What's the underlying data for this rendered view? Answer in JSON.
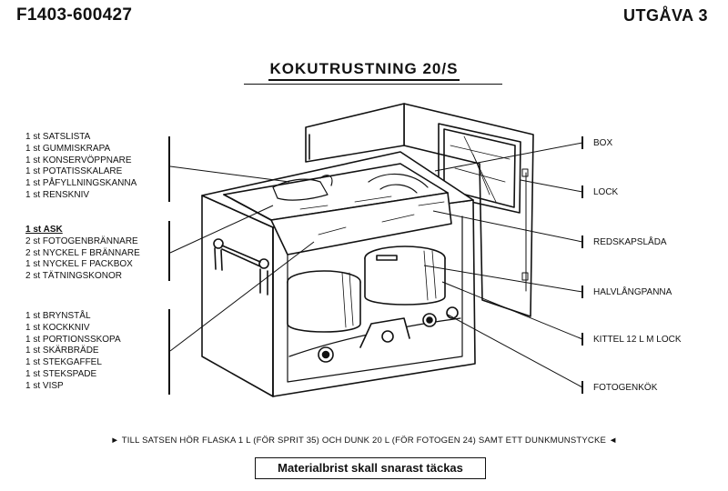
{
  "header": {
    "doc_id": "F1403-600427",
    "edition": "UTGÅVA 3",
    "title": "KOKUTRUSTNING 20/S"
  },
  "groups": [
    {
      "items": [
        "1 st SATSLISTA",
        "1 st GUMMISKRAPA",
        "1 st KONSERVÖPPNARE",
        "1 st POTATISSKALARE",
        "1 st PÅFYLLNINGSKANNA",
        "1 st RENSKNIV"
      ]
    },
    {
      "items": [
        "1 st ASK",
        "2 st FOTOGENBRÄNNARE",
        "2 st NYCKEL F BRÄNNARE",
        "1 st NYCKEL F PACKBOX",
        "2 st TÄTNINGSKONOR"
      ]
    },
    {
      "items": [
        "1 st BRYNSTÅL",
        "1 st KOCKKNIV",
        "1 st PORTIONSSKOPA",
        "1 st SKÄRBRÄDE",
        "1 st STEKGAFFEL",
        "1 st STEKSPADE",
        "1 st VISP"
      ]
    }
  ],
  "parts": [
    "BOX",
    "LOCK",
    "REDSKAPSLÅDA",
    "HALVLÅNGPANNA",
    "KITTEL 12 L M LOCK",
    "FOTOGENKÖK"
  ],
  "footnote": "► TILL SATSEN HÖR FLASKA 1 L (FÖR SPRIT 35) OCH DUNK 20 L (FÖR FOTOGEN 24) SAMT ETT DUNKMUNSTYCKE ◄",
  "notice": "Materialbrist skall snarast täckas"
}
